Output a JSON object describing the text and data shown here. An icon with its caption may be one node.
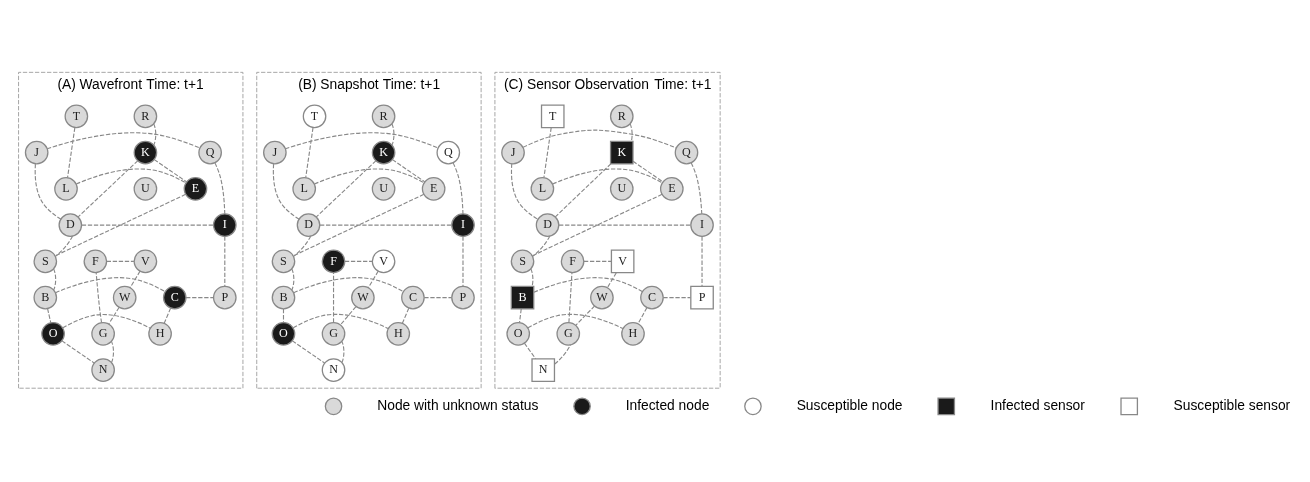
{
  "diagram": {
    "nodes": [
      {
        "text": [
          "(A) Wavefront",
          "Time: t+1"
        ]
      },
      {
        "text": [
          "R"
        ],
        "in": 0
      },
      {
        "text": [
          "T"
        ],
        "in": 0
      },
      {
        "text": [
          "K"
        ],
        "in": 0
      },
      {
        "text": [
          "J"
        ],
        "in": 0
      },
      {
        "text": [
          "Q"
        ],
        "in": 0
      },
      {
        "text": [
          "U"
        ],
        "in": 0
      },
      {
        "text": [
          "L"
        ],
        "in": 0
      },
      {
        "text": [
          "E"
        ],
        "in": 0
      },
      {
        "text": [
          "D"
        ],
        "in": 0
      },
      {
        "text": [
          "I"
        ],
        "in": 0
      },
      {
        "text": [
          "S"
        ],
        "in": 0
      },
      {
        "text": [
          "F"
        ],
        "in": 0
      },
      {
        "text": [
          "V"
        ],
        "in": 0
      },
      {
        "text": [
          "B"
        ],
        "in": 0
      },
      {
        "text": [
          "C"
        ],
        "in": 0
      },
      {
        "text": [
          "P"
        ],
        "in": 0
      },
      {
        "text": [
          "W"
        ],
        "in": 0
      },
      {
        "text": [
          "G"
        ],
        "in": 0
      },
      {
        "text": [
          "O"
        ],
        "in": 0
      },
      {
        "text": [
          "H"
        ],
        "in": 0
      },
      {
        "text": [
          "N"
        ],
        "in": 0
      },
      {
        "text": [
          "(B) Snapshot",
          "Time: t+1"
        ]
      },
      {
        "text": [
          "R"
        ],
        "in": 22
      },
      {
        "text": [
          "T"
        ],
        "in": 22
      },
      {
        "text": [
          "K"
        ],
        "in": 22
      },
      {
        "text": [
          "J"
        ],
        "in": 22
      },
      {
        "text": [
          "Q"
        ],
        "in": 22
      },
      {
        "text": [
          "U"
        ],
        "in": 22
      },
      {
        "text": [
          "L"
        ],
        "in": 22
      },
      {
        "text": [
          "E"
        ],
        "in": 22
      },
      {
        "text": [
          "D"
        ],
        "in": 22
      },
      {
        "text": [
          "I"
        ],
        "in": 22
      },
      {
        "text": [
          "S"
        ],
        "in": 22
      },
      {
        "text": [
          "F"
        ],
        "in": 22
      },
      {
        "text": [
          "V"
        ],
        "in": 22
      },
      {
        "text": [
          "B"
        ],
        "in": 22
      },
      {
        "text": [
          "C"
        ],
        "in": 22
      },
      {
        "text": [
          "P"
        ],
        "in": 22
      },
      {
        "text": [
          "W"
        ],
        "in": 22
      },
      {
        "text": [
          "G"
        ],
        "in": 22
      },
      {
        "text": [
          "O"
        ],
        "in": 22
      },
      {
        "text": [
          "H"
        ],
        "in": 22
      },
      {
        "text": [
          "N"
        ],
        "in": 22
      },
      {
        "text": [
          "(C) Sensor Observation",
          "Time: t+1"
        ]
      },
      {
        "text": [
          "R"
        ],
        "in": 44
      },
      {
        "text": [
          "T"
        ],
        "in": 44
      },
      {
        "text": [
          "K"
        ],
        "in": 44
      },
      {
        "text": [
          "J"
        ],
        "in": 44
      },
      {
        "text": [
          "Q"
        ],
        "in": 44
      },
      {
        "text": [
          "U"
        ],
        "in": 44
      },
      {
        "text": [
          "L"
        ],
        "in": 44
      },
      {
        "text": [
          "E"
        ],
        "in": 44
      },
      {
        "text": [
          "D"
        ],
        "in": 44
      },
      {
        "text": [
          "I"
        ],
        "in": 44
      },
      {
        "text": [
          "S"
        ],
        "in": 44
      },
      {
        "text": [
          "F"
        ],
        "in": 44
      },
      {
        "text": [
          "V"
        ],
        "in": 44
      },
      {
        "text": [
          "B"
        ],
        "in": 44
      },
      {
        "text": [
          "C"
        ],
        "in": 44
      },
      {
        "text": [
          "P"
        ],
        "in": 44
      },
      {
        "text": [
          "W"
        ],
        "in": 44
      },
      {
        "text": [
          "G"
        ],
        "in": 44
      },
      {
        "text": [
          "O"
        ],
        "in": 44
      },
      {
        "text": [
          "H"
        ],
        "in": 44
      },
      {
        "text": [
          "N"
        ],
        "in": 44
      }
    ],
    "edges": [
      {
        "from": 1,
        "to": 3,
        "arrow": "none",
        "style": "dashed"
      },
      {
        "from": 2,
        "to": 7,
        "arrow": "none",
        "style": "dashed"
      },
      {
        "from": 7,
        "to": 8,
        "arrow": "none",
        "style": "dashed"
      },
      {
        "from": 3,
        "to": 8,
        "arrow": "none",
        "style": "dashed"
      },
      {
        "from": 3,
        "to": 9,
        "arrow": "none",
        "style": "dashed"
      },
      {
        "from": 4,
        "to": 9,
        "arrow": "none",
        "style": "dashed"
      },
      {
        "from": 4,
        "to": 5,
        "arrow": "none",
        "style": "dashed"
      },
      {
        "from": 5,
        "to": 10,
        "arrow": "none",
        "style": "dashed"
      },
      {
        "from": 9,
        "to": 10,
        "arrow": "none",
        "style": "dashed"
      },
      {
        "from": 8,
        "to": 11,
        "arrow": "none",
        "style": "dashed"
      },
      {
        "from": 9,
        "to": 11,
        "arrow": "none",
        "style": "dashed"
      },
      {
        "from": 11,
        "to": 14,
        "arrow": "none",
        "style": "dashed"
      },
      {
        "from": 10,
        "to": 16,
        "arrow": "none",
        "style": "dashed"
      },
      {
        "from": 14,
        "to": 15,
        "arrow": "none",
        "style": "dashed"
      },
      {
        "from": 15,
        "to": 16,
        "arrow": "none",
        "style": "dashed"
      },
      {
        "from": 14,
        "to": 19,
        "arrow": "none",
        "style": "dashed"
      },
      {
        "from": 15,
        "to": 20,
        "arrow": "none",
        "style": "dashed"
      },
      {
        "from": 19,
        "to": 20,
        "arrow": "none",
        "style": "dashed"
      },
      {
        "from": 19,
        "to": 21,
        "arrow": "none",
        "style": "dashed"
      },
      {
        "from": 21,
        "to": 18,
        "arrow": "none",
        "style": "dashed"
      },
      {
        "from": 18,
        "to": 12,
        "arrow": "none",
        "style": "dashed"
      },
      {
        "from": 12,
        "to": 13,
        "arrow": "none",
        "style": "dashed"
      },
      {
        "from": 13,
        "to": 17,
        "arrow": "none",
        "style": "dashed"
      },
      {
        "from": 17,
        "to": 18,
        "arrow": "none",
        "style": "dashed"
      },
      {
        "from": 23,
        "to": 25,
        "arrow": "none",
        "style": "dashed"
      },
      {
        "from": 24,
        "to": 29,
        "arrow": "none",
        "style": "dashed"
      },
      {
        "from": 29,
        "to": 30,
        "arrow": "none",
        "style": "dashed"
      },
      {
        "from": 25,
        "to": 30,
        "arrow": "none",
        "style": "dashed"
      },
      {
        "from": 25,
        "to": 31,
        "arrow": "none",
        "style": "dashed"
      },
      {
        "from": 26,
        "to": 31,
        "arrow": "none",
        "style": "dashed"
      },
      {
        "from": 26,
        "to": 27,
        "arrow": "none",
        "style": "dashed"
      },
      {
        "from": 27,
        "to": 32,
        "arrow": "none",
        "style": "dashed"
      },
      {
        "from": 31,
        "to": 32,
        "arrow": "none",
        "style": "dashed"
      },
      {
        "from": 30,
        "to": 33,
        "arrow": "none",
        "style": "dashed"
      },
      {
        "from": 31,
        "to": 33,
        "arrow": "none",
        "style": "dashed"
      },
      {
        "from": 33,
        "to": 36,
        "arrow": "none",
        "style": "dashed"
      },
      {
        "from": 32,
        "to": 38,
        "arrow": "none",
        "style": "dashed"
      },
      {
        "from": 36,
        "to": 37,
        "arrow": "none",
        "style": "dashed"
      },
      {
        "from": 37,
        "to": 38,
        "arrow": "none",
        "style": "dashed"
      },
      {
        "from": 36,
        "to": 41,
        "arrow": "none",
        "style": "dashed"
      },
      {
        "from": 37,
        "to": 42,
        "arrow": "none",
        "style": "dashed"
      },
      {
        "from": 41,
        "to": 42,
        "arrow": "none",
        "style": "dashed"
      },
      {
        "from": 41,
        "to": 43,
        "arrow": "none",
        "style": "dashed"
      },
      {
        "from": 43,
        "to": 40,
        "arrow": "none",
        "style": "dashed"
      },
      {
        "from": 40,
        "to": 34,
        "arrow": "none",
        "style": "dashed"
      },
      {
        "from": 34,
        "to": 35,
        "arrow": "none",
        "style": "dashed"
      },
      {
        "from": 35,
        "to": 39,
        "arrow": "none",
        "style": "dashed"
      },
      {
        "from": 39,
        "to": 40,
        "arrow": "none",
        "style": "dashed"
      },
      {
        "from": 45,
        "to": 47,
        "arrow": "none",
        "style": "dashed"
      },
      {
        "from": 46,
        "to": 51,
        "arrow": "none",
        "style": "dashed"
      },
      {
        "from": 51,
        "to": 52,
        "arrow": "none",
        "style": "dashed"
      },
      {
        "from": 47,
        "to": 52,
        "arrow": "none",
        "style": "dashed"
      },
      {
        "from": 47,
        "to": 53,
        "arrow": "none",
        "style": "dashed"
      },
      {
        "from": 48,
        "to": 53,
        "arrow": "none",
        "style": "dashed"
      },
      {
        "from": 48,
        "to": 49,
        "arrow": "none",
        "style": "dashed"
      },
      {
        "from": 49,
        "to": 54,
        "arrow": "none",
        "style": "dashed"
      },
      {
        "from": 53,
        "to": 54,
        "arrow": "none",
        "style": "dashed"
      },
      {
        "from": 52,
        "to": 55,
        "arrow": "none",
        "style": "dashed"
      },
      {
        "from": 53,
        "to": 55,
        "arrow": "none",
        "style": "dashed"
      },
      {
        "from": 55,
        "to": 58,
        "arrow": "none",
        "style": "dashed"
      },
      {
        "from": 54,
        "to": 60,
        "arrow": "none",
        "style": "dashed"
      },
      {
        "from": 58,
        "to": 59,
        "arrow": "none",
        "style": "dashed"
      },
      {
        "from": 59,
        "to": 60,
        "arrow": "none",
        "style": "dashed"
      },
      {
        "from": 58,
        "to": 63,
        "arrow": "none",
        "style": "dashed"
      },
      {
        "from": 59,
        "to": 64,
        "arrow": "none",
        "style": "dashed"
      },
      {
        "from": 63,
        "to": 64,
        "arrow": "none",
        "style": "dashed"
      },
      {
        "from": 63,
        "to": 65,
        "arrow": "none",
        "style": "dashed"
      },
      {
        "from": 65,
        "to": 62,
        "arrow": "none",
        "style": "dashed"
      },
      {
        "from": 62,
        "to": 56,
        "arrow": "none",
        "style": "dashed"
      },
      {
        "from": 56,
        "to": 57,
        "arrow": "none",
        "style": "dashed"
      },
      {
        "from": 57,
        "to": 61,
        "arrow": "none",
        "style": "dashed"
      },
      {
        "from": 61,
        "to": 62,
        "arrow": "none",
        "style": "dashed"
      }
    ],
    "legend": [
      {
        "text": "Node with unknown status"
      },
      {
        "text": "Infected node"
      },
      {
        "text": "Susceptible node"
      },
      {
        "text": "Infected sensor"
      },
      {
        "text": "Susceptible sensor"
      }
    ]
  }
}
